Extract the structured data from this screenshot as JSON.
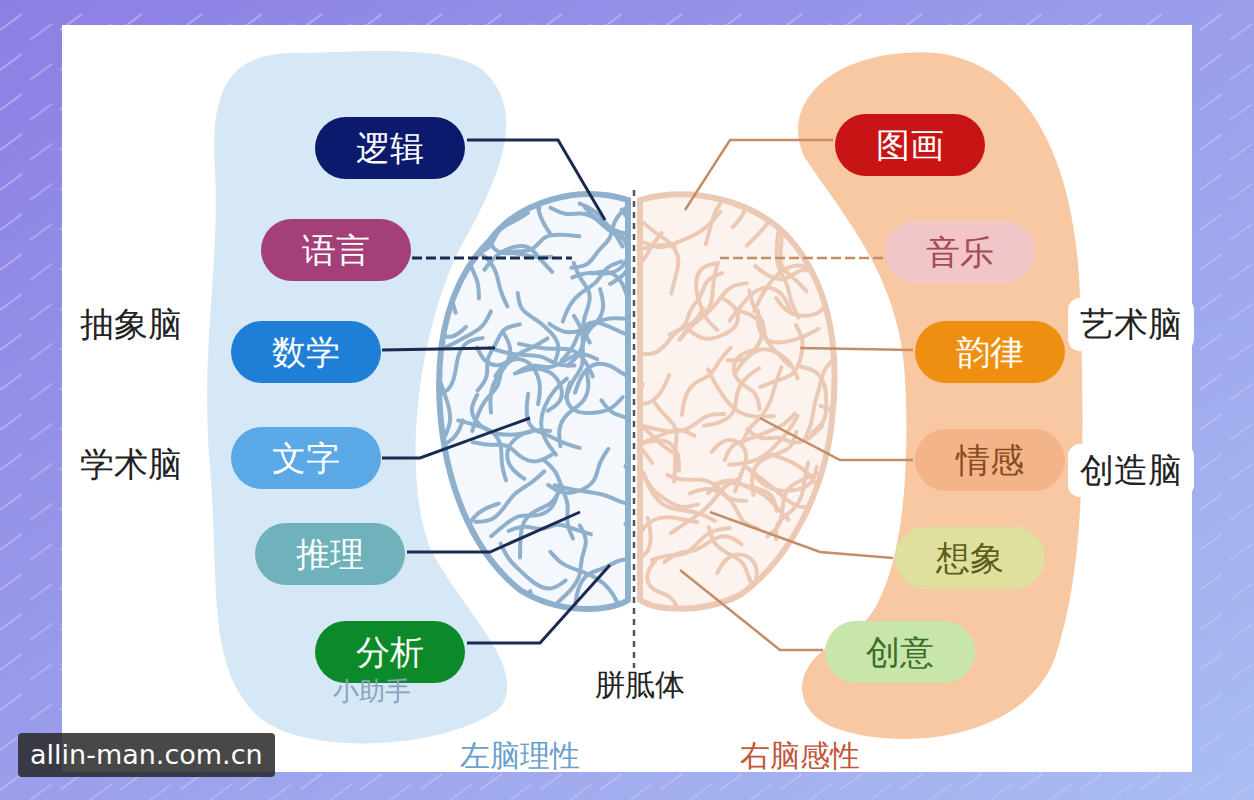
{
  "diagram": {
    "nodes": [
      {
        "text": [
          "抽象脑",
          "学术脑"
        ]
      },
      {
        "text": [
          "逻辑"
        ],
        "in": 0
      },
      {
        "text": [
          "语言"
        ],
        "in": 0
      },
      {
        "text": [
          "数学"
        ],
        "in": 0
      },
      {
        "text": [
          "文字"
        ],
        "in": 0
      },
      {
        "text": [
          "推理"
        ],
        "in": 0
      },
      {
        "text": [
          "分析"
        ],
        "in": 0
      },
      {
        "text": [
          "艺术脑",
          "创造脑"
        ]
      },
      {
        "text": [
          "图画"
        ],
        "in": 7
      },
      {
        "text": [
          "音乐"
        ],
        "in": 7
      },
      {
        "text": [
          "韵律"
        ],
        "in": 7
      },
      {
        "text": [
          "情感"
        ],
        "in": 7
      },
      {
        "text": [
          "想象"
        ],
        "in": 7
      },
      {
        "text": [
          "创意"
        ],
        "in": 7
      }
    ],
    "labels": [
      "胼胝体",
      "左脑理性",
      "右脑感性",
      "小助手",
      "allin-man.com.cn"
    ]
  }
}
